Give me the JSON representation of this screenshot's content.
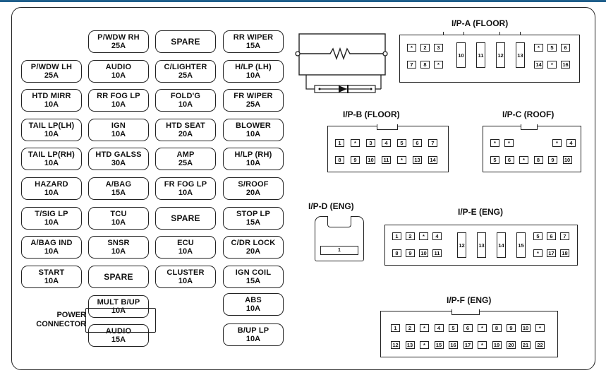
{
  "fuse_columns": [
    [
      {
        "name": "P/WDW LH",
        "amp": "25A"
      },
      {
        "name": "HTD MIRR",
        "amp": "10A"
      },
      {
        "name": "TAIL LP(LH)",
        "amp": "10A"
      },
      {
        "name": "TAIL LP(RH)",
        "amp": "10A"
      },
      {
        "name": "HAZARD",
        "amp": "10A"
      },
      {
        "name": "T/SIG LP",
        "amp": "10A"
      },
      {
        "name": "A/BAG IND",
        "amp": "10A"
      },
      {
        "name": "START",
        "amp": "10A"
      }
    ],
    [
      {
        "name": "P/WDW RH",
        "amp": "25A"
      },
      {
        "name": "AUDIO",
        "amp": "10A"
      },
      {
        "name": "RR FOG LP",
        "amp": "10A"
      },
      {
        "name": "IGN",
        "amp": "10A"
      },
      {
        "name": "HTD GALSS",
        "amp": "30A"
      },
      {
        "name": "A/BAG",
        "amp": "15A"
      },
      {
        "name": "TCU",
        "amp": "10A"
      },
      {
        "name": "SNSR",
        "amp": "10A"
      },
      {
        "name": "SPARE",
        "amp": ""
      },
      {
        "name": "MULT B/UP",
        "amp": "10A"
      },
      {
        "name": "AUDIO",
        "amp": "15A"
      }
    ],
    [
      {
        "name": "SPARE",
        "amp": ""
      },
      {
        "name": "C/LIGHTER",
        "amp": "25A"
      },
      {
        "name": "FOLD'G",
        "amp": "10A"
      },
      {
        "name": "HTD SEAT",
        "amp": "20A"
      },
      {
        "name": "AMP",
        "amp": "25A"
      },
      {
        "name": "FR FOG LP",
        "amp": "10A"
      },
      {
        "name": "SPARE",
        "amp": ""
      },
      {
        "name": "ECU",
        "amp": "10A"
      },
      {
        "name": "CLUSTER",
        "amp": "10A"
      }
    ],
    [
      {
        "name": "RR WIPER",
        "amp": "15A"
      },
      {
        "name": "H/LP (LH)",
        "amp": "10A"
      },
      {
        "name": "FR WIPER",
        "amp": "25A"
      },
      {
        "name": "BLOWER",
        "amp": "10A"
      },
      {
        "name": "H/LP (RH)",
        "amp": "10A"
      },
      {
        "name": "S/ROOF",
        "amp": "20A"
      },
      {
        "name": "STOP LP",
        "amp": "15A"
      },
      {
        "name": "C/DR LOCK",
        "amp": "20A"
      },
      {
        "name": "IGN COIL",
        "amp": "15A"
      },
      {
        "name": "ABS",
        "amp": "10A"
      },
      {
        "name": "B/UP LP",
        "amp": "10A"
      }
    ]
  ],
  "power_connector_label": [
    "POWER",
    "CONNECTOR"
  ],
  "connectors": {
    "ip_a": {
      "label": "I/P-A (FLOOR)",
      "top_left": [
        "*",
        "2",
        "3"
      ],
      "bottom_left": [
        "7",
        "8",
        "*"
      ],
      "tall": [
        "10",
        "11",
        "12",
        "13"
      ],
      "top_right": [
        "*",
        "5",
        "6"
      ],
      "bottom_right": [
        "14",
        "*",
        "16"
      ]
    },
    "ip_b": {
      "label": "I/P-B (FLOOR)",
      "row1": [
        "1",
        "*",
        "3",
        "4",
        "5",
        "6",
        "7"
      ],
      "row2": [
        "8",
        "9",
        "10",
        "11",
        "*",
        "13",
        "14"
      ]
    },
    "ip_c": {
      "label": "I/P-C (ROOF)",
      "row1_left": [
        "*",
        "*"
      ],
      "row1_right": [
        "*",
        "4"
      ],
      "row2": [
        "5",
        "6",
        "*",
        "8",
        "9",
        "10"
      ]
    },
    "ip_d": {
      "label": "I/P-D (ENG)",
      "pin": "1"
    },
    "ip_e": {
      "label": "I/P-E (ENG)",
      "top_left": [
        "1",
        "2",
        "*",
        "4"
      ],
      "bottom_left": [
        "8",
        "9",
        "10",
        "11"
      ],
      "tall": [
        "12",
        "13",
        "14",
        "15"
      ],
      "top_right": [
        "5",
        "6",
        "7"
      ],
      "bottom_right": [
        "*",
        "17",
        "18"
      ]
    },
    "ip_f": {
      "label": "I/P-F (ENG)",
      "row1": [
        "1",
        "2",
        "*",
        "4",
        "5",
        "6",
        "*",
        "8",
        "9",
        "10",
        "*"
      ],
      "row2": [
        "12",
        "13",
        "*",
        "15",
        "16",
        "17",
        "*",
        "19",
        "20",
        "21",
        "22"
      ]
    }
  }
}
